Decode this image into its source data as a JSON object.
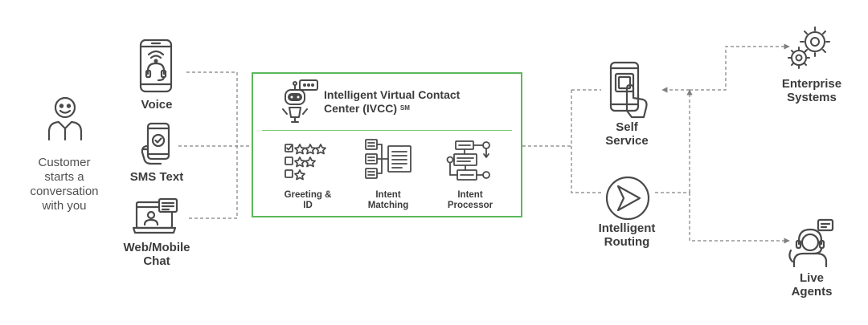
{
  "customer": {
    "label": "Customer\nstarts a\nconversation\nwith you",
    "icon": "customer-icon"
  },
  "channels": [
    {
      "label": "Voice",
      "icon": "phone-headset-icon"
    },
    {
      "label": "SMS Text",
      "icon": "hand-phone-icon"
    },
    {
      "label": "Web/Mobile\nChat",
      "icon": "laptop-chat-icon"
    }
  ],
  "ivcc": {
    "title_line1": "Intelligent Virtual Contact",
    "title_line2": "Center (IVCC)",
    "title_mark": "SM",
    "icon": "robot-icon",
    "steps": [
      {
        "label": "Greeting &\nID",
        "icon": "rating-checklist-icon"
      },
      {
        "label": "Intent\nMatching",
        "icon": "document-matching-icon"
      },
      {
        "label": "Intent\nProcessor",
        "icon": "flow-processor-icon"
      }
    ],
    "border_color": "#5cb85c"
  },
  "self_service": {
    "label": "Self\nService",
    "icon": "touch-phone-icon"
  },
  "routing": {
    "label": "Intelligent\nRouting",
    "icon": "routing-arrow-icon"
  },
  "enterprise": {
    "label": "Enterprise\nSystems",
    "icon": "gears-icon"
  },
  "agents": {
    "label": "Live\nAgents",
    "icon": "agent-headset-icon"
  },
  "colors": {
    "icon": "#4a4a4a",
    "connector": "#808080",
    "accent": "#5cb85c"
  }
}
